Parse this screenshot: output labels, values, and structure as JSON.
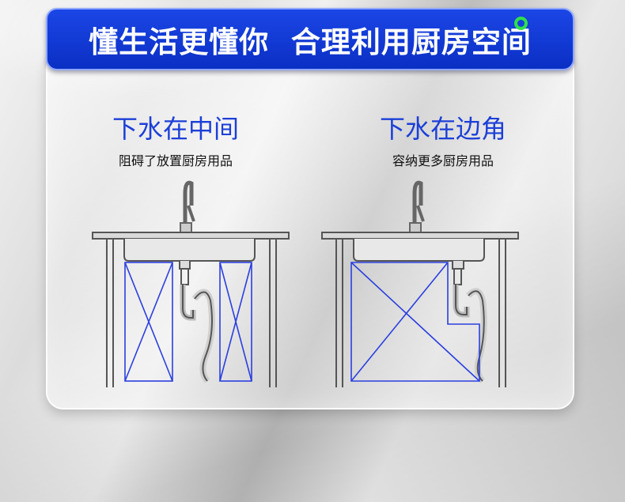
{
  "banner": {
    "title": "懂生活更懂你  合理利用厨房空间",
    "background": "#1243dc",
    "badge_color": "#2fe04a"
  },
  "panels": [
    {
      "heading": "下水在中间",
      "subheading": "阻碍了放置厨房用品",
      "drain_position": "middle"
    },
    {
      "heading": "下水在边角",
      "subheading": "容纳更多厨房用品",
      "drain_position": "corner"
    }
  ],
  "colors": {
    "accent": "#1c3fd8",
    "storage_outline": "#2b3fe0"
  }
}
